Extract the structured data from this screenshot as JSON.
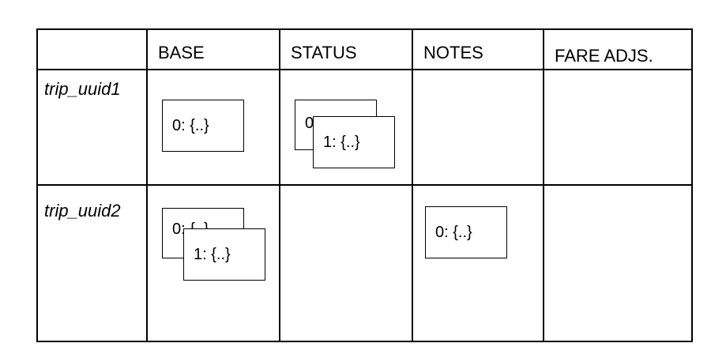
{
  "table": {
    "headers": [
      "",
      "BASE",
      "STATUS",
      "NOTES",
      "FARE ADJS."
    ],
    "rows": [
      {
        "label": "trip_uuid1",
        "cells": {
          "base": [
            "0: {..}"
          ],
          "status": [
            "0: {..}",
            "1: {..}"
          ],
          "notes": [],
          "fare_adjs": []
        }
      },
      {
        "label": "trip_uuid2",
        "cells": {
          "base": [
            "0: {..}",
            "1: {..}"
          ],
          "status": [],
          "notes": [
            "0: {..}"
          ],
          "fare_adjs": []
        }
      }
    ]
  }
}
